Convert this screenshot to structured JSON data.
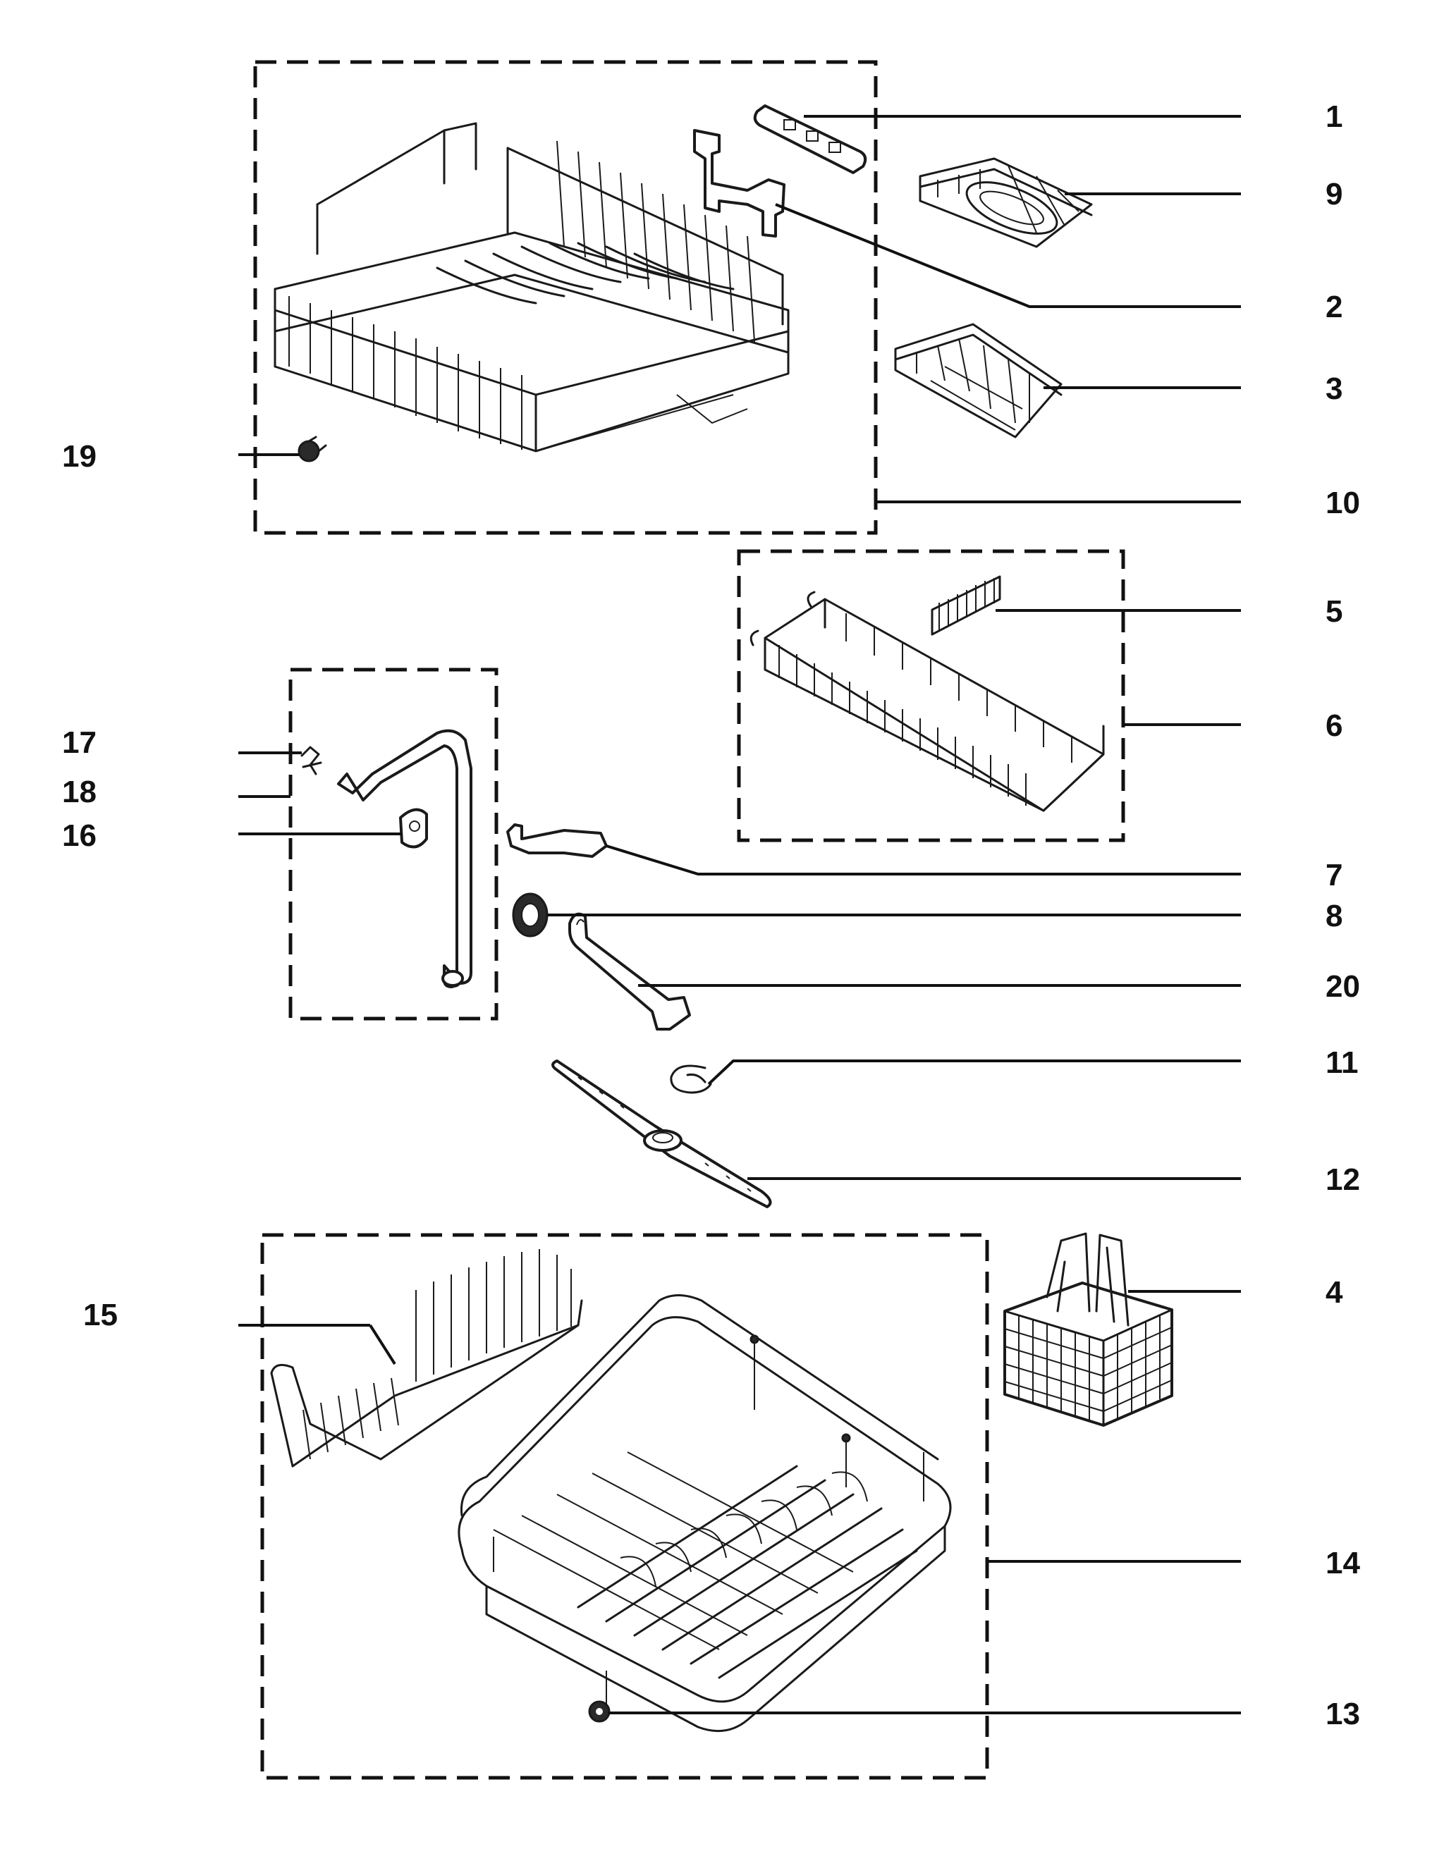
{
  "callouts": [
    {
      "id": "1",
      "text": "1"
    },
    {
      "id": "9",
      "text": "9"
    },
    {
      "id": "2",
      "text": "2"
    },
    {
      "id": "3",
      "text": "3"
    },
    {
      "id": "19",
      "text": "19"
    },
    {
      "id": "10",
      "text": "10"
    },
    {
      "id": "5",
      "text": "5"
    },
    {
      "id": "6",
      "text": "6"
    },
    {
      "id": "17",
      "text": "17"
    },
    {
      "id": "18",
      "text": "18"
    },
    {
      "id": "16",
      "text": "16"
    },
    {
      "id": "7",
      "text": "7"
    },
    {
      "id": "8",
      "text": "8"
    },
    {
      "id": "20",
      "text": "20"
    },
    {
      "id": "11",
      "text": "11"
    },
    {
      "id": "12",
      "text": "12"
    },
    {
      "id": "15",
      "text": "15"
    },
    {
      "id": "4",
      "text": "4"
    },
    {
      "id": "14",
      "text": "14"
    },
    {
      "id": "13",
      "text": "13"
    }
  ],
  "parts": [
    {
      "callout": "1",
      "icon": "bracket-plate-icon"
    },
    {
      "callout": "9",
      "icon": "cup-shelf-icon"
    },
    {
      "callout": "2",
      "icon": "rail-bracket-icon"
    },
    {
      "callout": "3",
      "icon": "tine-rack-icon"
    },
    {
      "callout": "10",
      "icon": "upper-rack-icon"
    },
    {
      "callout": "19",
      "icon": "wheel-icon"
    },
    {
      "callout": "5",
      "icon": "comb-insert-icon"
    },
    {
      "callout": "6",
      "icon": "long-basket-icon"
    },
    {
      "callout": "17",
      "icon": "clip-icon"
    },
    {
      "callout": "18",
      "icon": "supply-tube-icon"
    },
    {
      "callout": "16",
      "icon": "gasket-icon"
    },
    {
      "callout": "7",
      "icon": "mount-bracket-icon"
    },
    {
      "callout": "8",
      "icon": "nut-icon"
    },
    {
      "callout": "20",
      "icon": "spray-arm-pipe-icon"
    },
    {
      "callout": "11",
      "icon": "clip-ring-icon"
    },
    {
      "callout": "12",
      "icon": "spray-arm-icon"
    },
    {
      "callout": "15",
      "icon": "fold-tine-icon"
    },
    {
      "callout": "4",
      "icon": "cutlery-basket-icon"
    },
    {
      "callout": "14",
      "icon": "lower-rack-icon"
    },
    {
      "callout": "13",
      "icon": "wheel-icon"
    }
  ]
}
